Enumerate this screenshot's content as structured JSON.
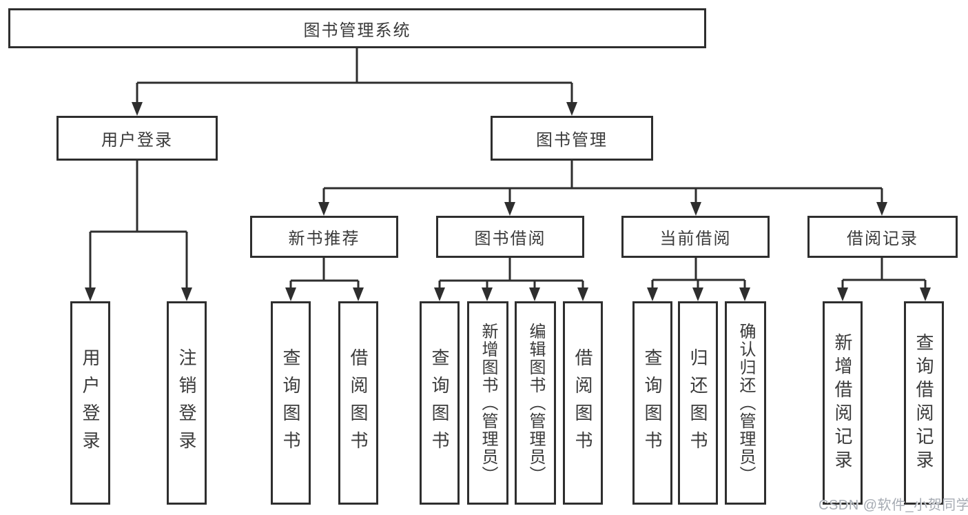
{
  "title": {
    "label": "图书管理系统"
  },
  "login": {
    "label": "用户登录",
    "children": [
      {
        "label": "用户登录"
      },
      {
        "label": "注销登录"
      }
    ]
  },
  "mgmt": {
    "label": "图书管理",
    "sections": [
      {
        "label": "新书推荐",
        "children": [
          {
            "label": "查询图书"
          },
          {
            "label": "借阅图书"
          }
        ]
      },
      {
        "label": "图书借阅",
        "children": [
          {
            "label": "查询图书"
          },
          {
            "label": "新增图书（管理员）"
          },
          {
            "label": "编辑图书（管理员）"
          },
          {
            "label": "借阅图书"
          }
        ]
      },
      {
        "label": "当前借阅",
        "children": [
          {
            "label": "查询图书"
          },
          {
            "label": "归还图书"
          },
          {
            "label": "确认归还（管理员）"
          }
        ]
      },
      {
        "label": "借阅记录",
        "children": [
          {
            "label": "新增借阅记录"
          },
          {
            "label": "查询借阅记录"
          }
        ]
      }
    ]
  },
  "watermark": {
    "text": "CSDN @软件_小贺同学"
  },
  "colors": {
    "line": "#2e2e2e",
    "text": "#3a3a3a",
    "watermark": "#a6abb3",
    "background": "#ffffff"
  }
}
